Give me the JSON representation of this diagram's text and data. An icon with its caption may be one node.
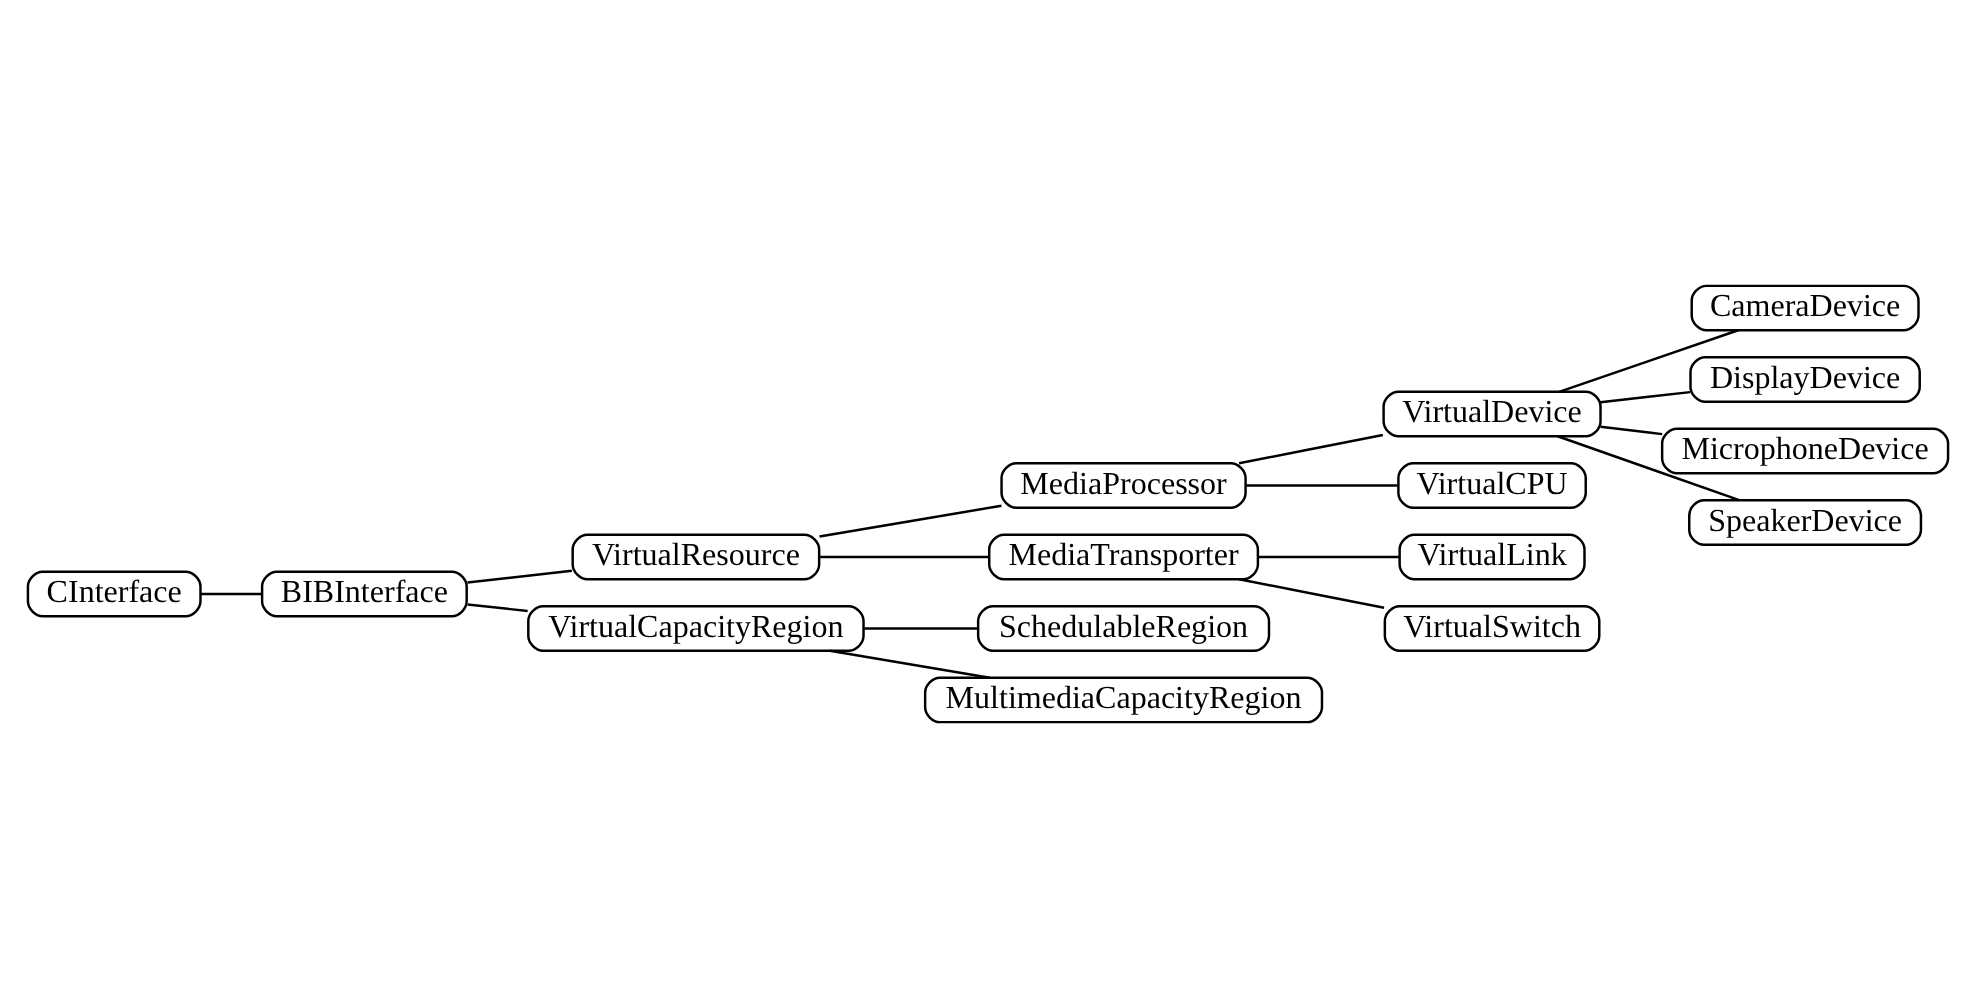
{
  "diagram": {
    "nodes": [
      {
        "text": [
          "CInterface"
        ]
      },
      {
        "text": [
          "BIBInterface"
        ]
      },
      {
        "text": [
          "VirtualResource"
        ]
      },
      {
        "text": [
          "MediaProcessor"
        ]
      },
      {
        "text": [
          "VirtualDevice"
        ]
      },
      {
        "text": [
          "CameraDevice"
        ]
      },
      {
        "text": [
          "DisplayDevice"
        ]
      },
      {
        "text": [
          "MicrophoneDevice"
        ]
      },
      {
        "text": [
          "SpeakerDevice"
        ]
      },
      {
        "text": [
          "VirtualCPU"
        ]
      },
      {
        "text": [
          "MediaTransporter"
        ]
      },
      {
        "text": [
          "VirtualLink"
        ]
      },
      {
        "text": [
          "VirtualSwitch"
        ]
      },
      {
        "text": [
          "VirtualCapacityRegion"
        ]
      },
      {
        "text": [
          "SchedulableRegion"
        ]
      },
      {
        "text": [
          "MultimediaCapacityRegion"
        ]
      }
    ],
    "edges": [
      {
        "from": 0,
        "to": 1,
        "arrow": "none"
      },
      {
        "from": 1,
        "to": 2,
        "arrow": "none"
      },
      {
        "from": 2,
        "to": 3,
        "arrow": "none"
      },
      {
        "from": 3,
        "to": 4,
        "arrow": "none"
      },
      {
        "from": 4,
        "to": 5,
        "arrow": "none"
      },
      {
        "from": 4,
        "to": 6,
        "arrow": "none"
      },
      {
        "from": 4,
        "to": 7,
        "arrow": "none"
      },
      {
        "from": 4,
        "to": 8,
        "arrow": "none"
      },
      {
        "from": 3,
        "to": 9,
        "arrow": "none"
      },
      {
        "from": 2,
        "to": 10,
        "arrow": "none"
      },
      {
        "from": 10,
        "to": 11,
        "arrow": "none"
      },
      {
        "from": 10,
        "to": 12,
        "arrow": "none"
      },
      {
        "from": 1,
        "to": 13,
        "arrow": "none"
      },
      {
        "from": 13,
        "to": 14,
        "arrow": "none"
      },
      {
        "from": 13,
        "to": 15,
        "arrow": "none"
      }
    ]
  }
}
